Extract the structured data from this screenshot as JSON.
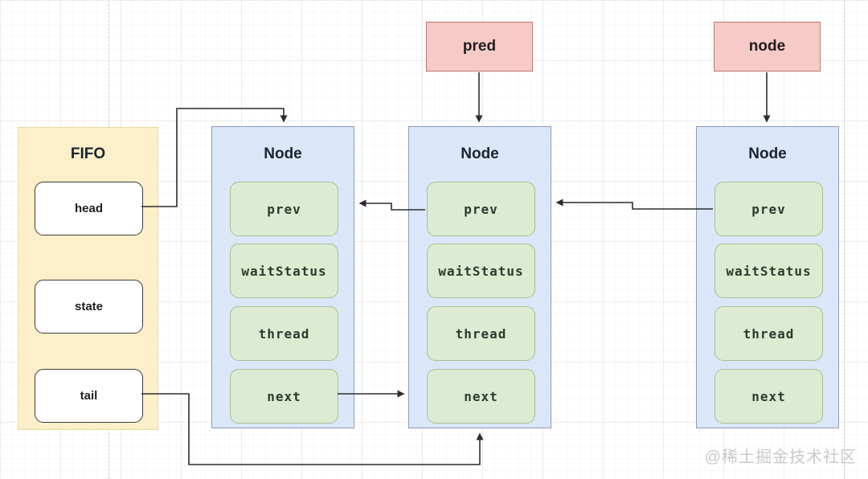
{
  "diagram": {
    "pointers": [
      {
        "label": "pred"
      },
      {
        "label": "node"
      }
    ],
    "fifo": {
      "title": "FIFO",
      "slots": [
        {
          "label": "head"
        },
        {
          "label": "state"
        },
        {
          "label": "tail"
        }
      ]
    },
    "nodes": [
      {
        "title": "Node",
        "fields": [
          "prev",
          "waitStatus",
          "thread",
          "next"
        ]
      },
      {
        "title": "Node",
        "fields": [
          "prev",
          "waitStatus",
          "thread",
          "next"
        ]
      },
      {
        "title": "Node",
        "fields": [
          "prev",
          "waitStatus",
          "thread",
          "next"
        ]
      }
    ],
    "edges": [
      "pred -> node2 (down)",
      "node -> node3 (down)",
      "head -> node1 top",
      "node2.prev -> node1",
      "node3.prev -> node2",
      "node1.next -> node2",
      "tail -> node2 bottom"
    ],
    "watermark": "@稀土掘金技术社区",
    "colors": {
      "pointer_fill": "#f6cac6",
      "pointer_border": "#b97a72",
      "fifo_fill": "#fcefc9",
      "fifo_border": "#ecd9a4",
      "node_fill": "#dbe7f8",
      "node_border": "#8a9cb8",
      "field_fill": "#dcebd2",
      "field_border": "#a6c096",
      "arrow": "#2d2d2d",
      "watermark": "#c9c9c9"
    }
  }
}
